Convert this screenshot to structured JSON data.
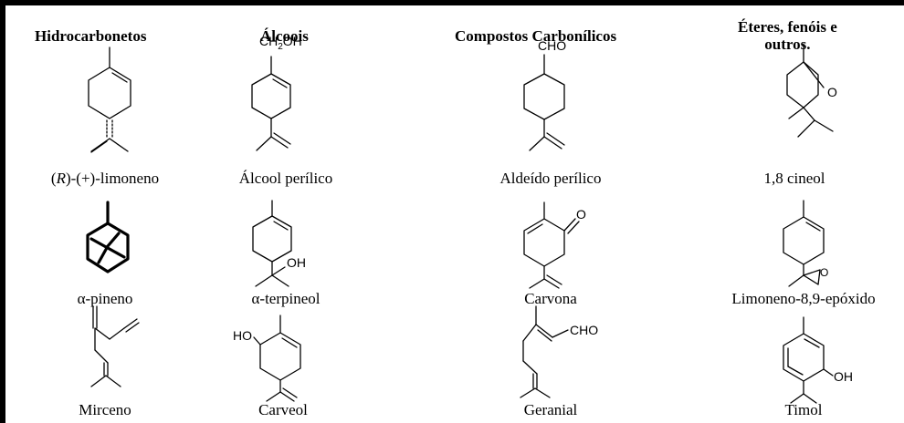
{
  "headers": {
    "hydrocarbons": "Hidrocarbonetos",
    "alcohols": "Álcoois",
    "carbonyls": "Compostos Carbonílicos",
    "ethers_line1": "Éteres, fenóis e",
    "ethers_line2": "outros."
  },
  "compounds": {
    "r_limonene_prefix": "(",
    "r_limonene_r": "R",
    "r_limonene_rest": ")-(+)-limoneno",
    "perillyl_alcohol": "Álcool perílico",
    "perillaldehyde": "Aldeído perílico",
    "cineole": "1,8 cineol",
    "alpha_pinene": "α-pineno",
    "alpha_terpineol": "α-terpineol",
    "carvone": "Carvona",
    "limonene_epoxide": "Limoneno-8,9-epóxido",
    "myrcene": "Mirceno",
    "carveol": "Carveol",
    "geranial": "Geranial",
    "thymol": "Timol"
  },
  "groups": {
    "ch2oh_a": "CH",
    "ch2oh_sub": "2",
    "ch2oh_b": "OH",
    "cho": "CHO",
    "oh": "OH",
    "ho": "HO",
    "o": "O"
  }
}
